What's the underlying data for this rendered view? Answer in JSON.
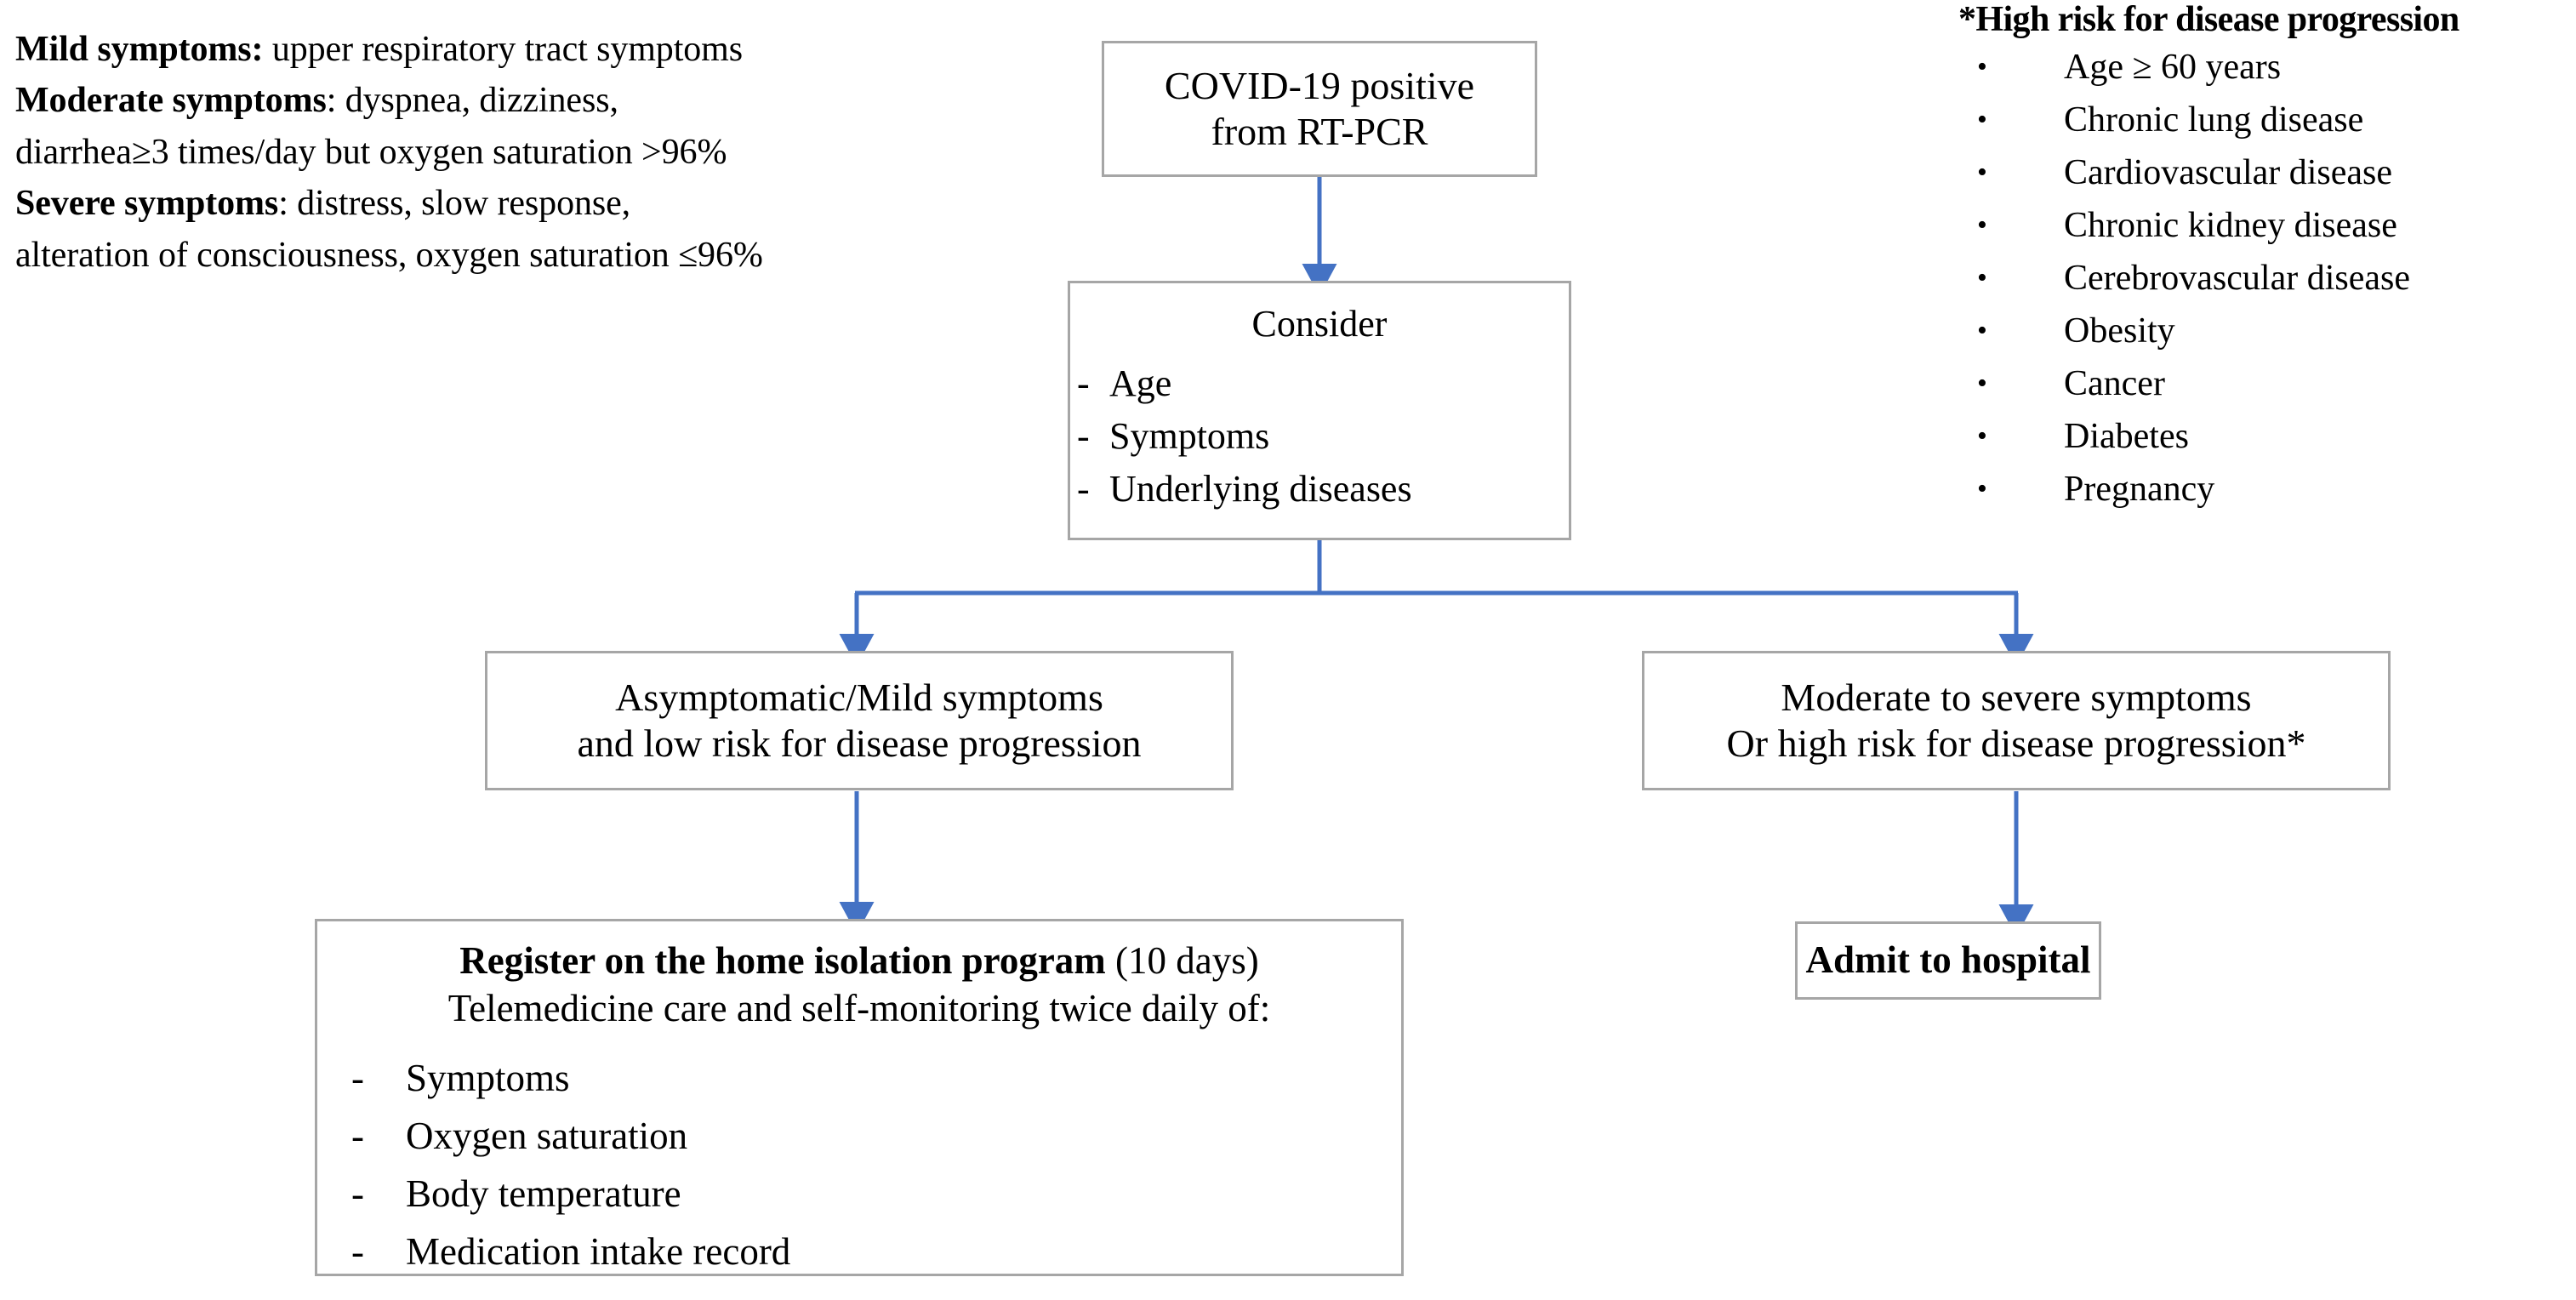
{
  "figure": {
    "kind": "clinical-decision-flowchart",
    "accent_color": "#4472c4",
    "box_border_color": "#a6a6a6",
    "text_color": "#000000",
    "background_color": "#ffffff"
  },
  "legend": {
    "lines": [
      {
        "label": "Mild symptoms:",
        "text": " upper respiratory tract symptoms"
      },
      {
        "label": "Moderate symptoms",
        "text": ": dyspnea, dizziness,"
      },
      {
        "label": "",
        "text": "diarrhea≥3 times/day but oxygen saturation >96%"
      },
      {
        "label": "Severe symptoms",
        "text": ": distress, slow response,"
      },
      {
        "label": "",
        "text": "alteration of consciousness, oxygen saturation ≤96%"
      }
    ]
  },
  "risk_panel": {
    "title": "*High risk for disease progression",
    "bullet_glyph": "•",
    "items": [
      "Age ≥ 60 years",
      "Chronic lung disease",
      "Cardiovascular disease",
      "Chronic kidney disease",
      "Cerebrovascular disease",
      "Obesity",
      "Cancer",
      "Diabetes",
      "Pregnancy"
    ]
  },
  "nodes": {
    "covid": {
      "line1": "COVID-19 positive",
      "line2": "from RT-PCR"
    },
    "consider": {
      "header": "Consider",
      "dash_glyph": "-",
      "items": [
        "Age",
        "Symptoms",
        "Underlying diseases"
      ]
    },
    "left_decision": {
      "line1": "Asymptomatic/Mild symptoms",
      "line2": "and low risk for disease progression"
    },
    "right_decision": {
      "line1": "Moderate to severe symptoms",
      "line2": "Or high risk for disease progression*"
    },
    "register": {
      "title_bold": "Register on the home isolation program",
      "title_rest": " (10 days)",
      "subtitle": "Telemedicine care and self-monitoring twice daily of:",
      "dash_glyph": "-",
      "items": [
        "Symptoms",
        "Oxygen saturation",
        "Body temperature",
        "Medication intake record"
      ]
    },
    "admit": {
      "label": "Admit to hospital"
    }
  },
  "edges": [
    {
      "name": "covid-to-consider",
      "from": "covid",
      "to": "consider"
    },
    {
      "name": "consider-split",
      "from": "consider",
      "to": "left_decision,right_decision"
    },
    {
      "name": "left-decision-to-register",
      "from": "left_decision",
      "to": "register"
    },
    {
      "name": "right-decision-to-admit",
      "from": "right_decision",
      "to": "admit"
    }
  ]
}
